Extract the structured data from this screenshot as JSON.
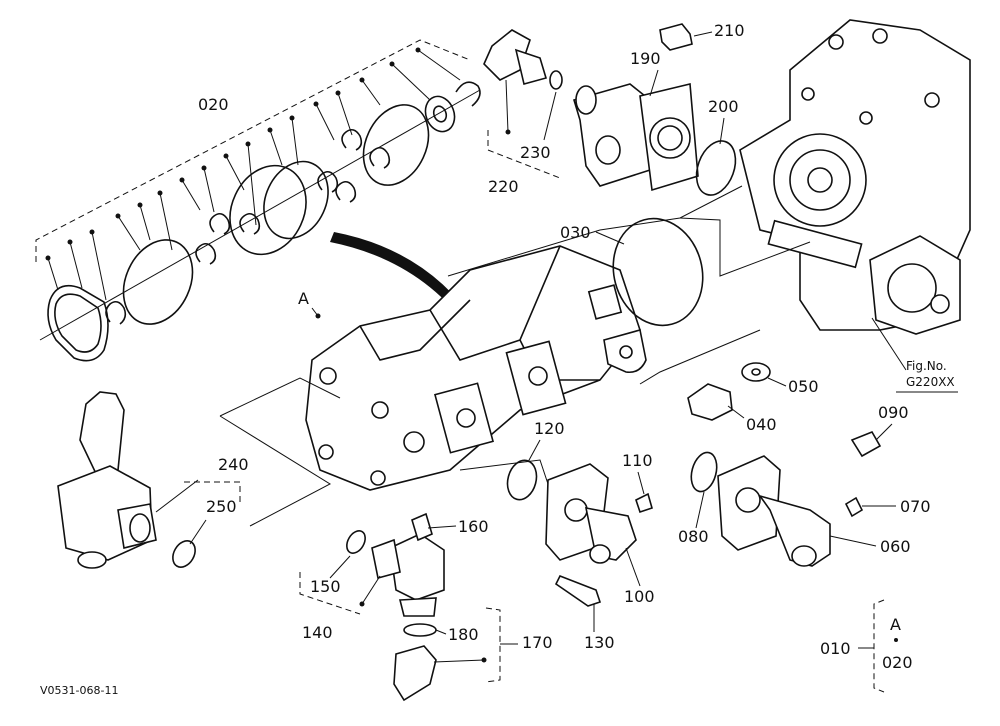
{
  "callouts": {
    "c010": "010",
    "c020_bracket": "020",
    "c020_kit": "020",
    "c030": "030",
    "c040": "040",
    "c050": "050",
    "c060": "060",
    "c070": "070",
    "c080": "080",
    "c090": "090",
    "c100": "100",
    "c110": "110",
    "c120": "120",
    "c130": "130",
    "c140": "140",
    "c150": "150",
    "c160": "160",
    "c170": "170",
    "c180": "180",
    "c190": "190",
    "c200": "200",
    "c210": "210",
    "c220": "220",
    "c230": "230",
    "c240": "240",
    "c250": "250",
    "cA_main": "A",
    "cA_kit": "A"
  },
  "figure_label": {
    "line1": "Fig.No.",
    "line2": "G220XX"
  },
  "reference_code": "V0531-068-11"
}
